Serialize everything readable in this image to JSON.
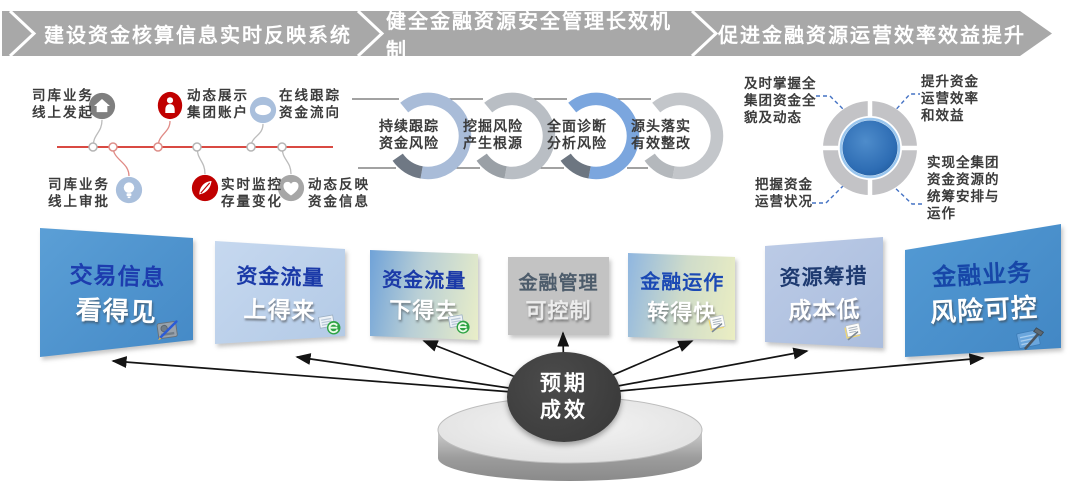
{
  "banners": {
    "bg_color": "#a8a8a8",
    "text_color": "#ffffff",
    "items": [
      {
        "label": "建设资金核算信息实时反映系统"
      },
      {
        "label": "健全金融资源安全管理长效机制"
      },
      {
        "label": "促进金融资源运营效率效益提升"
      }
    ]
  },
  "timeline": {
    "line_color": "#d94a43",
    "items": [
      {
        "label": "司库业务\n线上发起",
        "icon": "home-icon",
        "circle_color": "#7f7f7f",
        "row": "top"
      },
      {
        "label": "司库业务\n线上审批",
        "icon": "lightbulb-icon",
        "circle_color": "#a9bfdc",
        "row": "bottom"
      },
      {
        "label": "动态展示\n集团账户",
        "icon": "person-icon",
        "circle_color": "#c00000",
        "row": "top"
      },
      {
        "label": "实时监控\n存量变化",
        "icon": "pen-icon",
        "circle_color": "#c00000",
        "row": "bottom"
      },
      {
        "label": "在线跟踪\n资金流向",
        "icon": "coin-icon",
        "circle_color": "#a9bfdc",
        "row": "top"
      },
      {
        "label": "动态反映\n资金信息",
        "icon": "heart-icon",
        "circle_color": "#a6a6a6",
        "row": "bottom"
      }
    ]
  },
  "risk_arcs": {
    "items": [
      {
        "label": "持续跟踪\n资金风险",
        "arc_color": "#a9bcd8",
        "tail_color": "#6f7884"
      },
      {
        "label": "挖掘风险\n产生根源",
        "arc_color": "#b9bec4",
        "tail_color": "#9aa0a6"
      },
      {
        "label": "全面诊断\n分析风险",
        "arc_color": "#7ba6de",
        "tail_color": "#6d7681"
      },
      {
        "label": "源头落实\n有效整改",
        "arc_color": "#c3c6ca",
        "tail_color": "#b4b8bc"
      }
    ]
  },
  "wheel": {
    "ring_color": "#c3c3c6",
    "center_color": "#2e6db4",
    "connector_color": "#4472c4",
    "labels": {
      "top_left": "及时掌握全\n集团资金全\n貌及动态",
      "top_right": "提升资金\n运营效率\n和效益",
      "bottom_left": "把握资金\n运营状况",
      "bottom_right": "实现全集团\n资金资源的\n统筹安排与\n运作"
    }
  },
  "outcome_panels": {
    "items": [
      {
        "line1": "交易信息",
        "line2": "看得见",
        "bg": "#4b94d0",
        "icon": "calculator-pen-icon"
      },
      {
        "line1": "资金流量",
        "line2": "上得来",
        "bg": "#bcd2ec",
        "icon": "browser-docs-icon"
      },
      {
        "line1": "资金流量",
        "line2": "下得去",
        "bg": "#6fa2d8 → #e9eec8",
        "icon": "browser-docs-icon"
      },
      {
        "line1": "金融管理",
        "line2": "可控制",
        "bg": "#c3c3c3",
        "icon": ""
      },
      {
        "line1": "金融运作",
        "line2": "转得快",
        "bg": "#8fb6e0 → #ebeec2",
        "icon": "notepad-pen-icon"
      },
      {
        "line1": "资源筹措",
        "line2": "成本低",
        "bg": "#b5c6e2",
        "icon": "notepad-pen-icon"
      },
      {
        "line1": "金融业务",
        "line2": "风险可控",
        "bg": "#4a90cc",
        "icon": "hammer-doc-icon"
      }
    ]
  },
  "core": {
    "label": "预期\n成效",
    "circle_color": "#3f3f3f"
  }
}
